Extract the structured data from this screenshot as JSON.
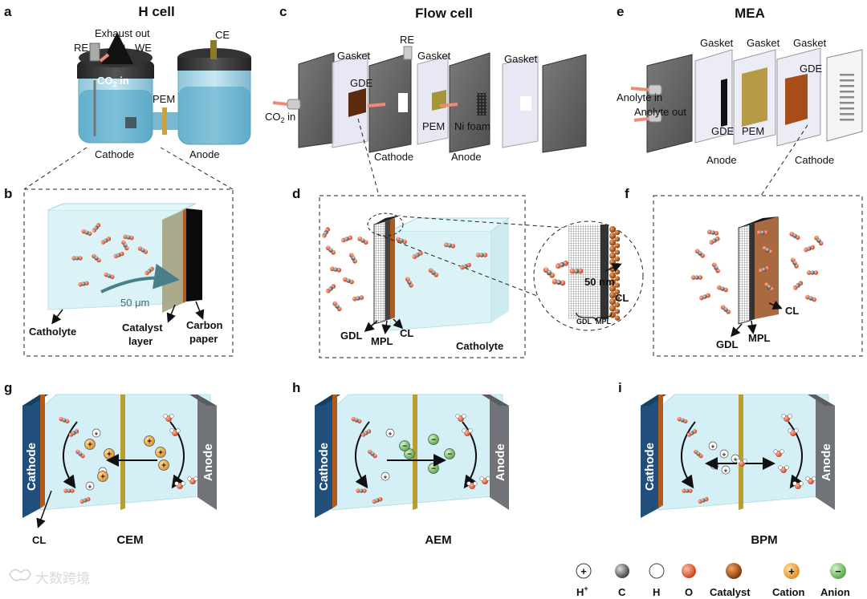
{
  "panels": {
    "a": {
      "letter": "a",
      "title": "H cell",
      "exhaust": "Exhaust out",
      "re": "RE",
      "we": "WE",
      "co2_in": "CO",
      "co2_sub": "2",
      "co2_in_tail": " in",
      "ce": "CE",
      "pem": "PEM",
      "cathode": "Cathode",
      "anode": "Anode"
    },
    "b": {
      "letter": "b",
      "catholyte": "Catholyte",
      "catalyst_l1": "Catalyst",
      "catalyst_l2": "layer",
      "carbon_l1": "Carbon",
      "carbon_l2": "paper",
      "scale": "50 μm"
    },
    "c": {
      "letter": "c",
      "title": "Flow cell",
      "gasket1": "Gasket",
      "re": "RE",
      "gasket2": "Gasket",
      "gasket3": "Gasket",
      "gde": "GDE",
      "co2_in": "CO",
      "co2_sub": "2",
      "co2_in_tail": " in",
      "pem": "PEM",
      "ni_foam": "Ni foam",
      "cathode": "Cathode",
      "anode": "Anode"
    },
    "d": {
      "letter": "d",
      "gdl": "GDL",
      "mpl": "MPL",
      "cl": "CL",
      "catholyte": "Catholyte",
      "scale": "50 nm",
      "zoom_cl": "CL",
      "zoom_gdl": "GDL",
      "zoom_mpl": "MPL"
    },
    "e": {
      "letter": "e",
      "title": "MEA",
      "gasket1": "Gasket",
      "gasket2": "Gasket",
      "gasket3": "Gasket",
      "gde_right": "GDE",
      "anolyte_in": "Anolyte in",
      "anolyte_out": "Anolyte out",
      "gde": "GDE",
      "pem": "PEM",
      "anode": "Anode",
      "cathode": "Cathode"
    },
    "f": {
      "letter": "f",
      "cl": "CL",
      "gdl": "GDL",
      "mpl": "MPL"
    },
    "g": {
      "letter": "g",
      "cathode": "Cathode",
      "anode": "Anode",
      "membrane": "CEM",
      "cl": "CL"
    },
    "h": {
      "letter": "h",
      "cathode": "Cathode",
      "anode": "Anode",
      "membrane": "AEM"
    },
    "i": {
      "letter": "i",
      "cathode": "Cathode",
      "anode": "Anode",
      "membrane": "BPM"
    }
  },
  "legend": {
    "hplus": "H",
    "hplus_sup": "+",
    "hplus_symbol": "+",
    "c": "C",
    "h": "H",
    "o": "O",
    "catalyst": "Catalyst",
    "cation": "Cation",
    "cation_symbol": "+",
    "anion": "Anion",
    "anion_symbol": "−"
  },
  "watermark": "大数跨境",
  "colors": {
    "electrolyte": "#cdeef5",
    "cathode_blue": "#1f4f7a",
    "anode_grey": "#707377",
    "catalyst_copper": "#b05a1c",
    "membrane_gold": "#b8a030",
    "oxygen_red": "#d9532b",
    "cation_orange": "#f0a43a",
    "anion_green": "#7cc46a"
  }
}
